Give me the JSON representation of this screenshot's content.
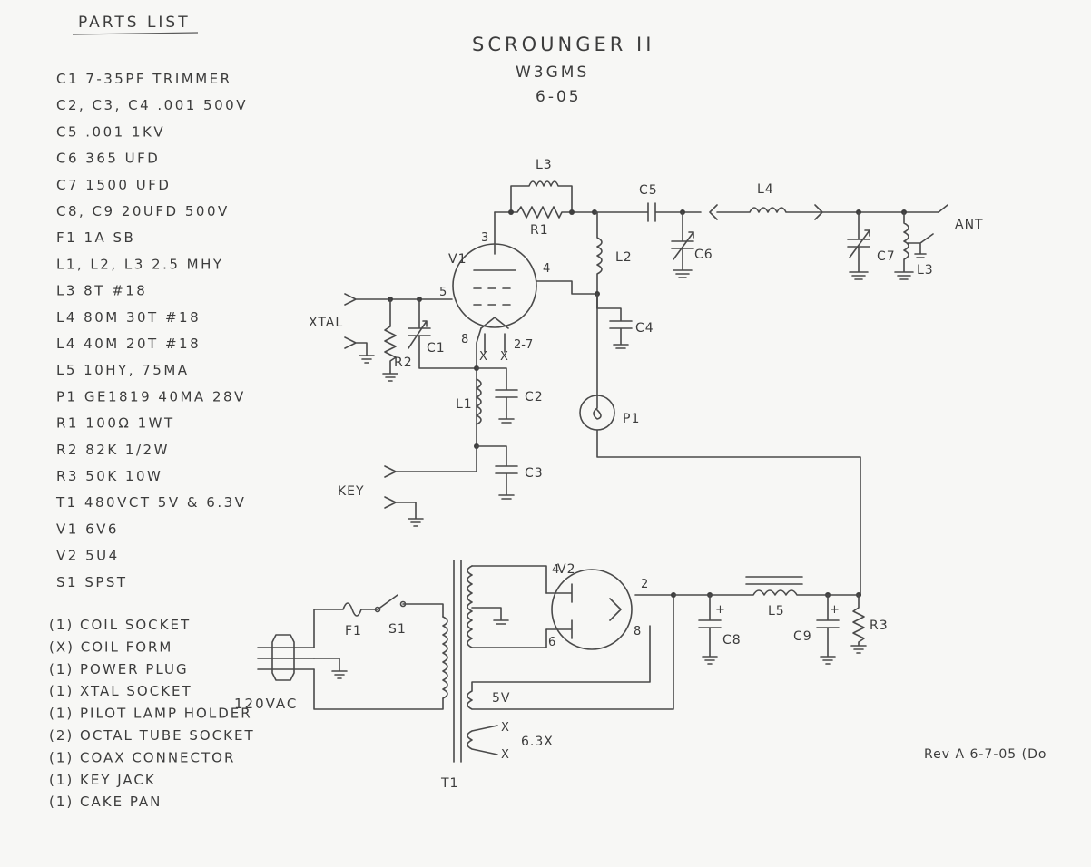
{
  "parts_list": {
    "heading": "PARTS LIST",
    "items": [
      "C1 7-35PF TRIMMER",
      "C2, C3, C4 .001 500V",
      "C5 .001 1KV",
      "C6 365 UFD",
      "C7 1500 UFD",
      "C8, C9 20UFD 500V",
      "F1 1A SB",
      "L1, L2, L3 2.5 MHY",
      "L3 8T #18",
      "L4 80M 30T #18",
      "L4 40M 20T #18",
      "L5 10HY, 75MA",
      "P1 GE1819 40MA 28V",
      "R1 100Ω 1WT",
      "R2 82K 1/2W",
      "R3 50K 10W",
      "T1 480VCT 5V & 6.3V",
      "V1 6V6",
      "V2 5U4",
      "S1 SPST"
    ]
  },
  "materials": {
    "items": [
      "(1) COIL SOCKET",
      "(X) COIL FORM",
      "(1) POWER PLUG",
      "(1) XTAL SOCKET",
      "(1) PILOT LAMP HOLDER",
      "(2) OCTAL TUBE SOCKET",
      "(1) COAX CONNECTOR",
      "(1) KEY JACK",
      "(1) CAKE PAN"
    ],
    "voltage_note": "120VAC"
  },
  "title_block": {
    "title": "SCROUNGER II",
    "callsign": "W3GMS",
    "date": "6-05"
  },
  "revision": "Rev A 6-7-05 (Do",
  "labels": {
    "L3_top": "L3",
    "C5": "C5",
    "L4": "L4",
    "R1": "R1",
    "V1": "V1",
    "pin3": "3",
    "pin4": "4",
    "pin5": "5",
    "pin8": "8",
    "pin27": "2-7",
    "L2": "L2",
    "C6": "C6",
    "C7": "C7",
    "L3_ant": "L3",
    "ANT": "ANT",
    "XTAL": "XTAL",
    "C1": "C1",
    "R2": "R2",
    "C4": "C4",
    "P1": "P1",
    "L1": "L1",
    "C2": "C2",
    "C3": "C3",
    "KEY": "KEY",
    "V2": "V2",
    "v2pin4": "4",
    "v2pin6": "6",
    "v2pin8": "8",
    "v2pin2": "2",
    "L5": "L5",
    "C8": "C8",
    "C9": "C9",
    "R3": "R3",
    "F1": "F1",
    "S1": "S1",
    "T1": "T1",
    "v5": "5V",
    "v63": "6.3X",
    "x1": "X",
    "x2": "X",
    "xx1": "X",
    "xx2": "X",
    "plus1": "+",
    "plus2": "+"
  }
}
